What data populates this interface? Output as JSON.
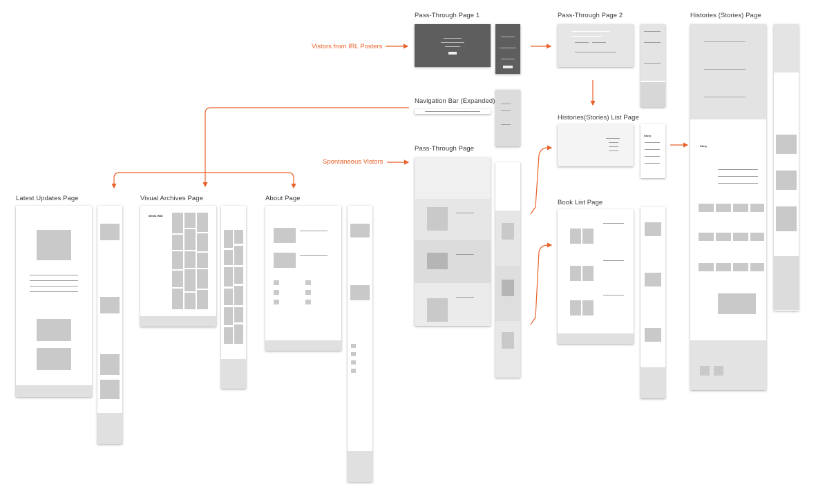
{
  "flow_labels": {
    "irl_posters": "Vistors from IRL Posters",
    "spontaneous": "Spontaneous Vistors"
  },
  "pages": {
    "pass_through_1": "Pass-Through Page 1",
    "pass_through_2": "Pass-Through Page 2",
    "histories_stories": "Histories (Stories) Page",
    "navigation_bar": "Navigation Bar (Expanded)",
    "histories_list": "Histories(Stories) List Page",
    "pass_through": "Pass-Through Page",
    "book_list": "Book List Page",
    "latest_updates": "Latest Updates Page",
    "visual_archives": "Visual Archives Page",
    "about": "About Page"
  },
  "colors": {
    "arrow": "#e8622a",
    "placeholder": "#c9c9c9",
    "frame_shadow": "#9a9a9a"
  }
}
